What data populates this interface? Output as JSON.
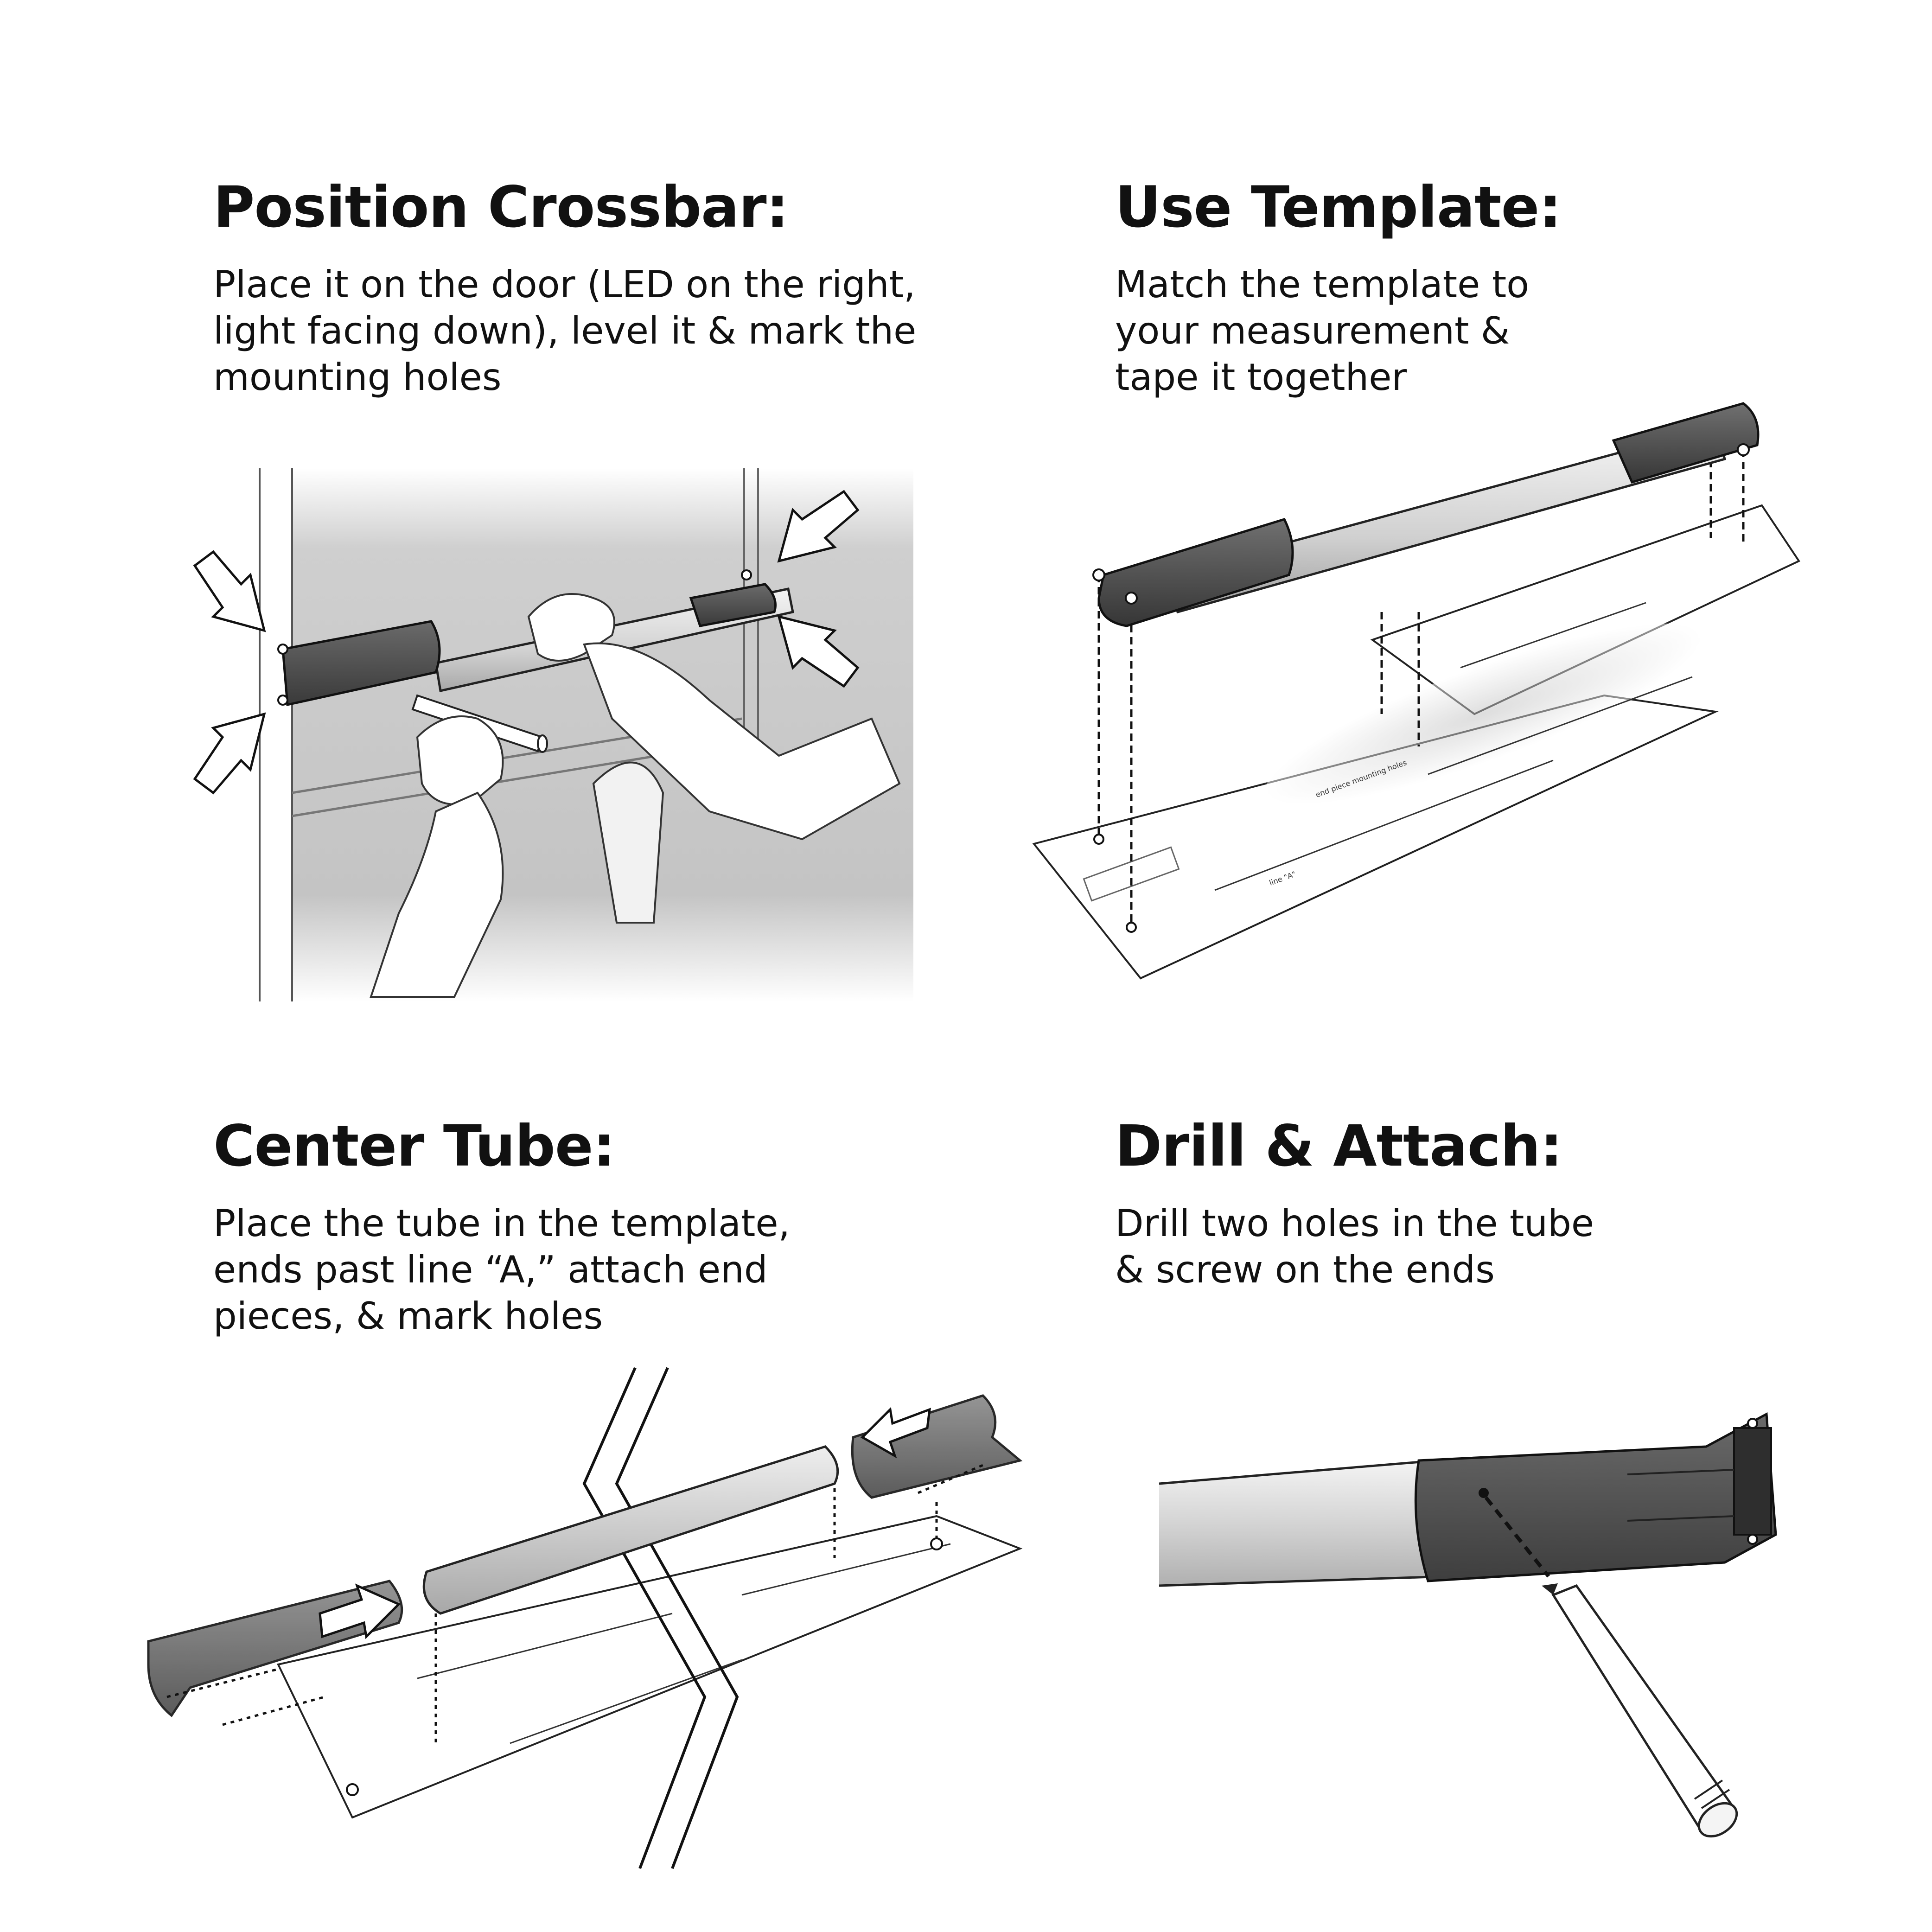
{
  "steps": [
    {
      "title": "Position Crossbar:",
      "text_lines": [
        "Place it on the door (LED on the right,",
        "light facing down), level it & mark the",
        "mounting holes"
      ]
    },
    {
      "title": "Use Template:",
      "text_lines": [
        "Match the template to",
        "your measurement &",
        "tape it together"
      ]
    },
    {
      "title": "Center Tube:",
      "text_lines": [
        "Place the tube in the template,",
        "ends past line “A,” attach end",
        "pieces, & mark holes"
      ]
    },
    {
      "title": "Drill & Attach:",
      "text_lines": [
        "Drill two holes in the tube",
        "& screw on the ends"
      ]
    }
  ],
  "template_labels": {
    "mounting_holes": "end piece mounting holes",
    "line_a": "line \"A\""
  },
  "colors": {
    "text": "#111111",
    "endcap": "#4a4a4a",
    "tube": "#d9d9d9",
    "door": "#c8c8c8",
    "outline": "#1a1a1a"
  },
  "icons": [
    "arrow-icon",
    "pencil-icon",
    "hand-icon",
    "crossbar-icon",
    "template-sheet-icon"
  ]
}
